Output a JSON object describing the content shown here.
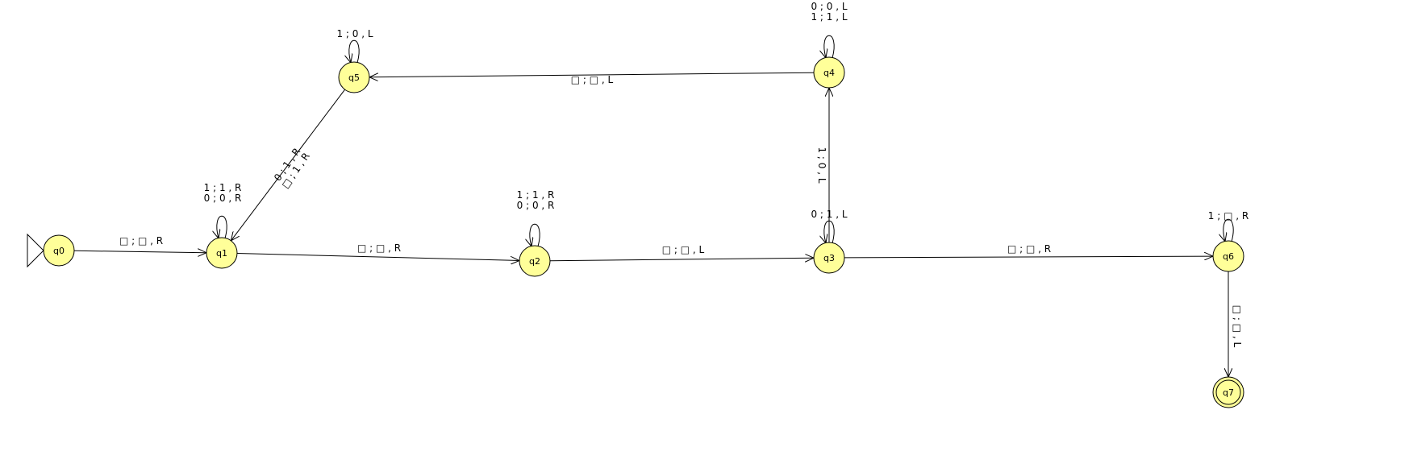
{
  "diagram": {
    "type": "turing-machine-state-diagram",
    "colors": {
      "state_fill": "#ffff99",
      "stroke": "#000000",
      "background": "#ffffff"
    },
    "start_state": "q0",
    "accept_states": [
      "q7"
    ],
    "states": [
      {
        "id": "q0",
        "label": "q0"
      },
      {
        "id": "q1",
        "label": "q1"
      },
      {
        "id": "q2",
        "label": "q2"
      },
      {
        "id": "q3",
        "label": "q3"
      },
      {
        "id": "q4",
        "label": "q4"
      },
      {
        "id": "q5",
        "label": "q5"
      },
      {
        "id": "q6",
        "label": "q6"
      },
      {
        "id": "q7",
        "label": "q7"
      }
    ],
    "transitions": [
      {
        "from": "q0",
        "to": "q1",
        "labels": [
          "□ ; □ , R"
        ]
      },
      {
        "from": "q1",
        "to": "q1",
        "labels": [
          "1 ; 1 , R",
          "0 ; 0 , R"
        ]
      },
      {
        "from": "q1",
        "to": "q2",
        "labels": [
          "□ ; □ , R"
        ]
      },
      {
        "from": "q2",
        "to": "q2",
        "labels": [
          "1 ; 1 , R",
          "0 ; 0 , R"
        ]
      },
      {
        "from": "q2",
        "to": "q3",
        "labels": [
          "□ ; □ , L"
        ]
      },
      {
        "from": "q3",
        "to": "q3",
        "labels": [
          "0 ; 1 , L"
        ]
      },
      {
        "from": "q3",
        "to": "q4",
        "labels": [
          "1 ; 0 , L"
        ]
      },
      {
        "from": "q3",
        "to": "q6",
        "labels": [
          "□ ; □ , R"
        ]
      },
      {
        "from": "q4",
        "to": "q4",
        "labels": [
          "0 ; 0 , L",
          "1 ; 1 , L"
        ]
      },
      {
        "from": "q4",
        "to": "q5",
        "labels": [
          "□ ; □ , L"
        ]
      },
      {
        "from": "q5",
        "to": "q5",
        "labels": [
          "1 ; 0 , L"
        ]
      },
      {
        "from": "q5",
        "to": "q1",
        "labels": [
          "0 ; 1 , R",
          "□ ; 1 , R"
        ]
      },
      {
        "from": "q6",
        "to": "q6",
        "labels": [
          "1 ; □ , R"
        ]
      },
      {
        "from": "q6",
        "to": "q7",
        "labels": [
          "□ ; □ , L"
        ]
      }
    ]
  }
}
